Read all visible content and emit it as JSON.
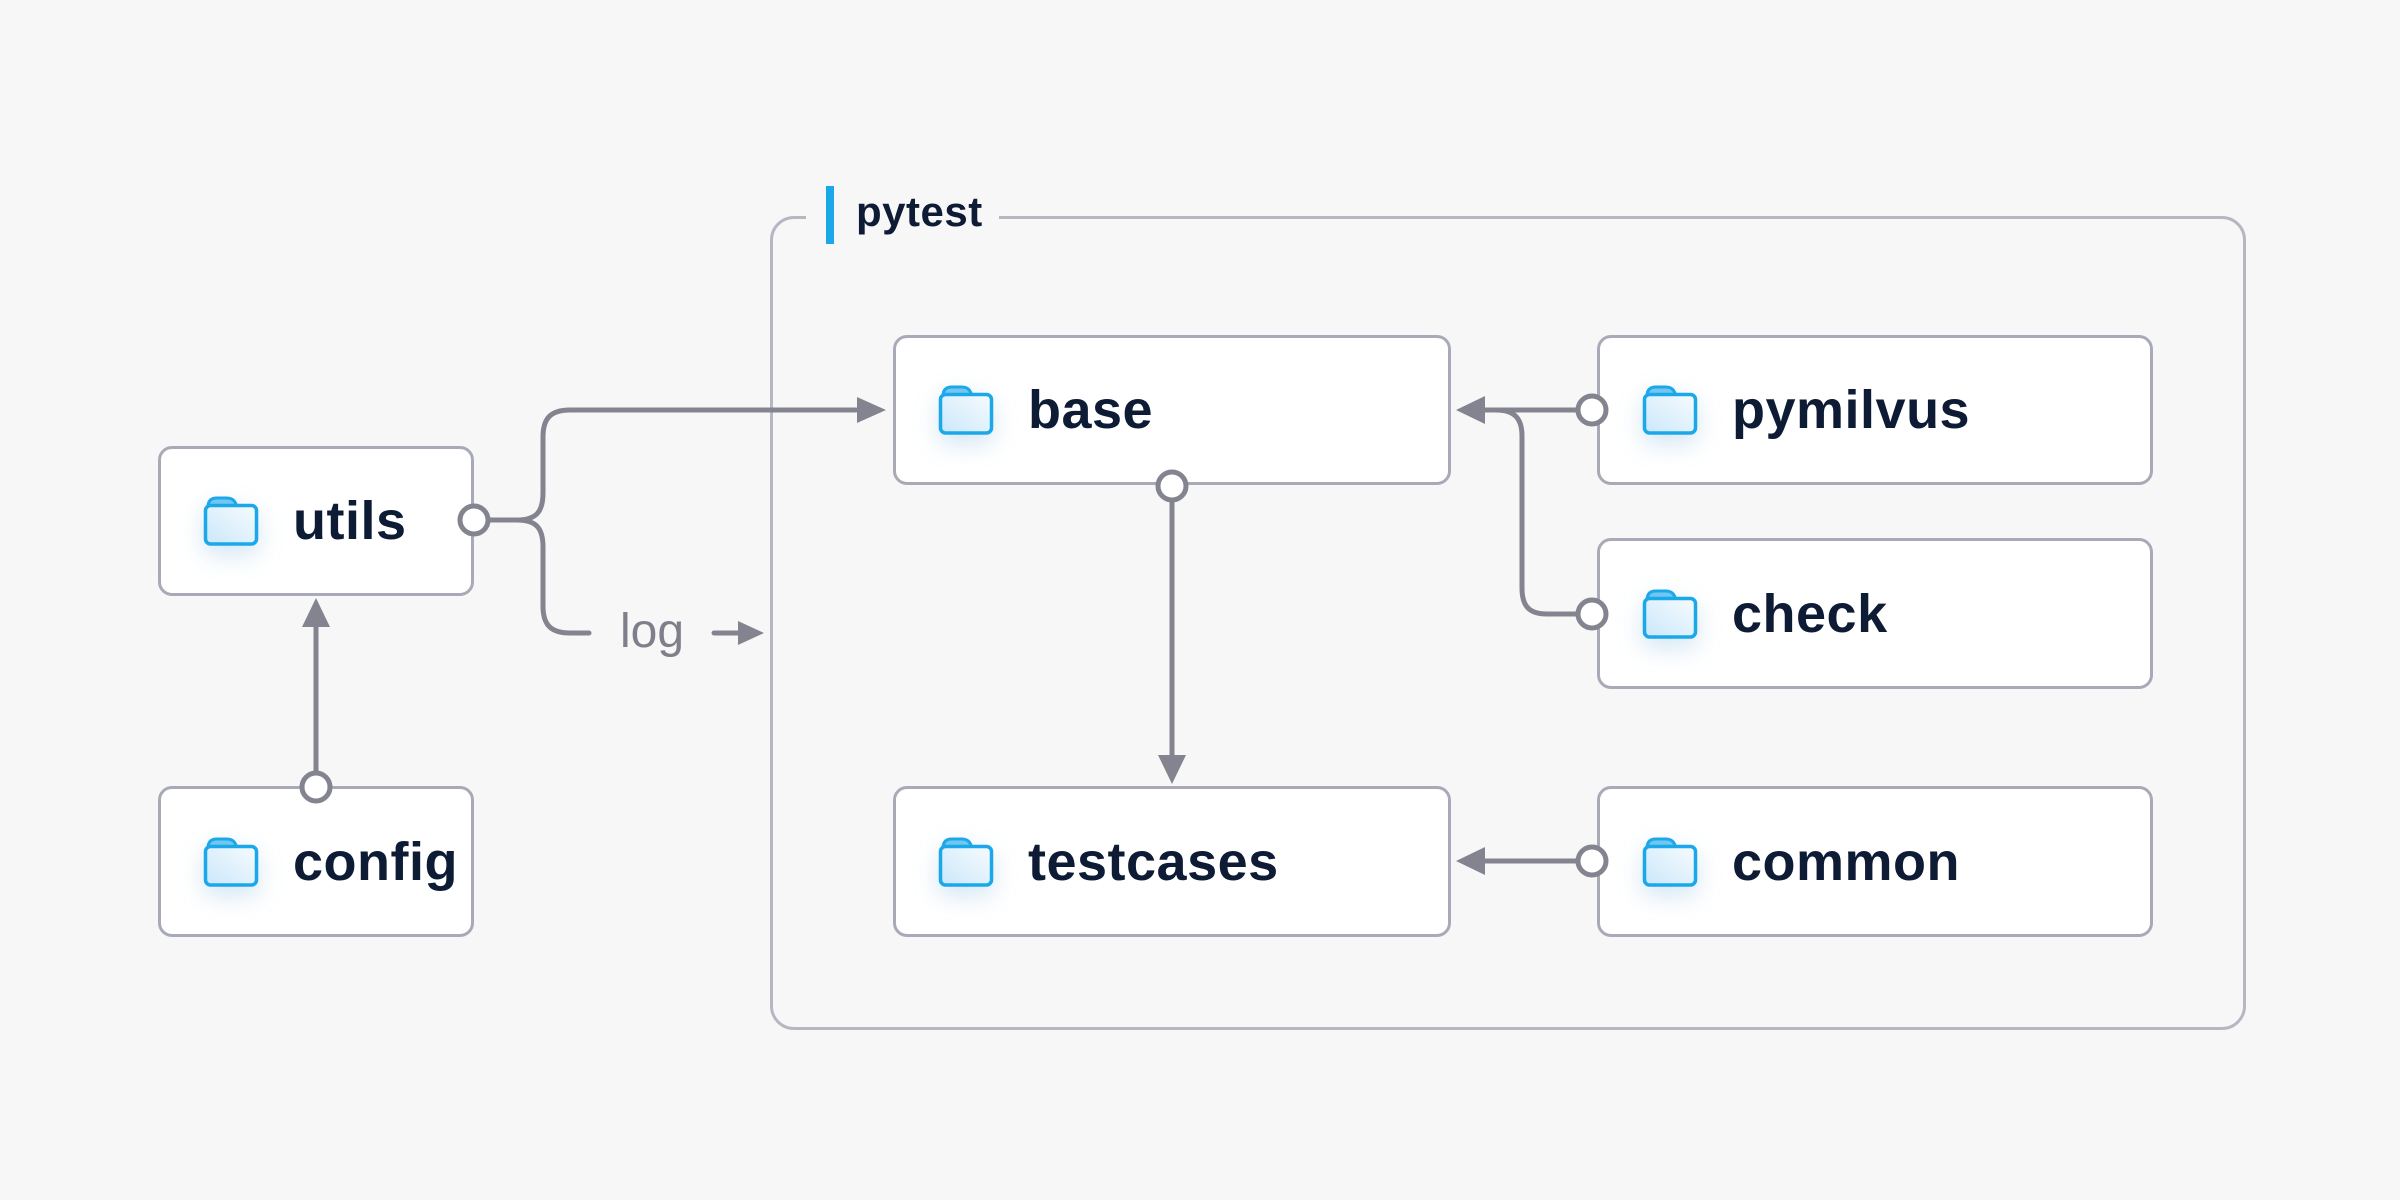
{
  "group": {
    "label": "pytest"
  },
  "nodes": {
    "utils": {
      "label": "utils"
    },
    "config": {
      "label": "config"
    },
    "base": {
      "label": "base"
    },
    "pymilvus": {
      "label": "pymilvus"
    },
    "check": {
      "label": "check"
    },
    "testcases": {
      "label": "testcases"
    },
    "common": {
      "label": "common"
    }
  },
  "edges": [
    {
      "from": "config",
      "to": "utils"
    },
    {
      "from": "utils",
      "to": "base"
    },
    {
      "from": "utils",
      "to": "pytest",
      "label": "log"
    },
    {
      "from": "pymilvus",
      "to": "base"
    },
    {
      "from": "check",
      "to": "base"
    },
    {
      "from": "base",
      "to": "testcases"
    },
    {
      "from": "common",
      "to": "testcases"
    }
  ],
  "colors": {
    "bg": "#f7f7f8",
    "line": "#83848f",
    "node-border": "#a8aab7",
    "group-border": "#b5b7c2",
    "text": "#0e1b35",
    "accent": "#1ba8e9",
    "muted": "#7e7f8a",
    "node-bg": "#ffffff"
  }
}
